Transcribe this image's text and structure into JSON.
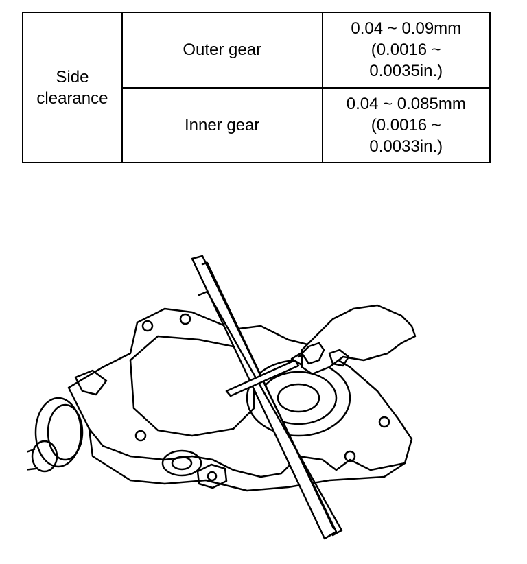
{
  "spec_table": {
    "category_lines": [
      "Side",
      "clearance"
    ],
    "rows": [
      {
        "component": "Outer gear",
        "value_lines": [
          "0.04 ~ 0.09mm",
          "(0.0016  ~",
          "0.0035in.)"
        ]
      },
      {
        "component": "Inner gear",
        "value_lines": [
          "0.04 ~ 0.085mm",
          "(0.0016  ~",
          "0.0033in.)"
        ]
      }
    ]
  }
}
